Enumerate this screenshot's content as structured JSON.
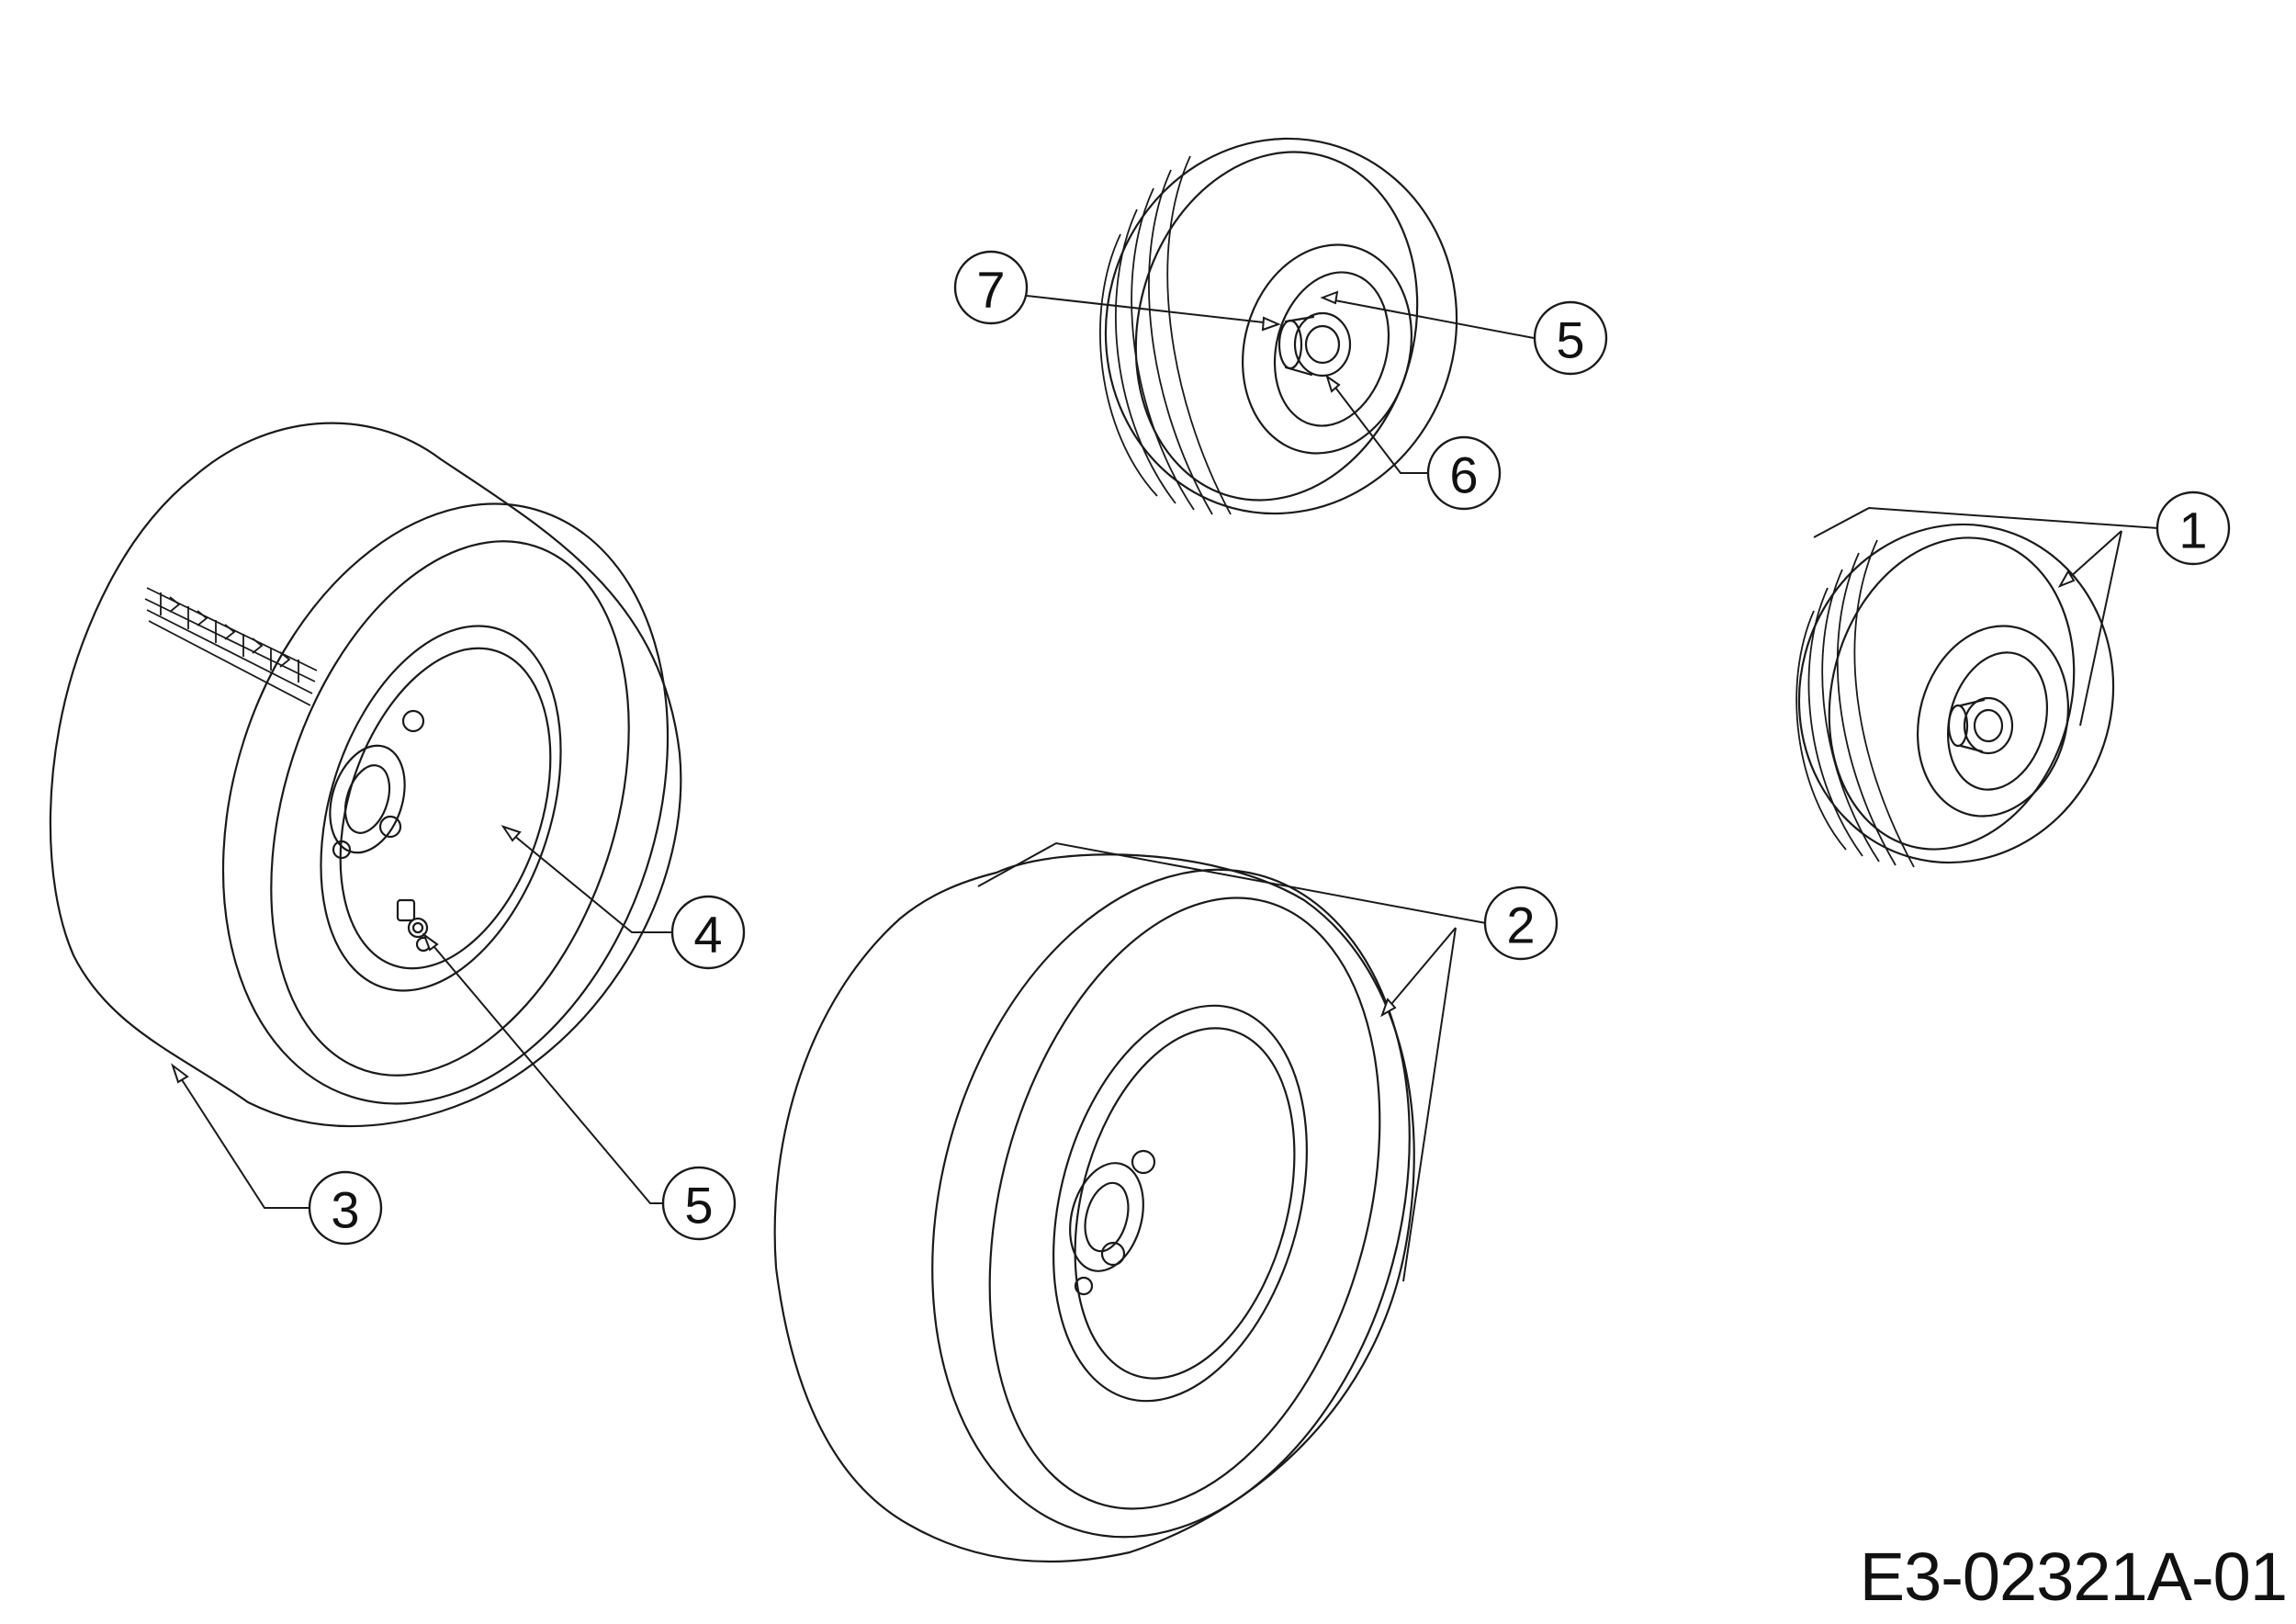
{
  "drawing_code": "E3-02321A-01",
  "callouts": [
    {
      "number": "1",
      "part": "front-wheel-assembly"
    },
    {
      "number": "2",
      "part": "rear-wheel-assembly"
    },
    {
      "number": "3",
      "part": "rear-tire"
    },
    {
      "number": "4",
      "part": "rear-rim"
    },
    {
      "number": "5",
      "part": "valve"
    },
    {
      "number": "5",
      "part": "valve"
    },
    {
      "number": "6",
      "part": "front-axle-hub"
    },
    {
      "number": "7",
      "part": "hub-bushing"
    }
  ],
  "colors": {
    "line": "#1a1a1a",
    "background": "#ffffff"
  }
}
